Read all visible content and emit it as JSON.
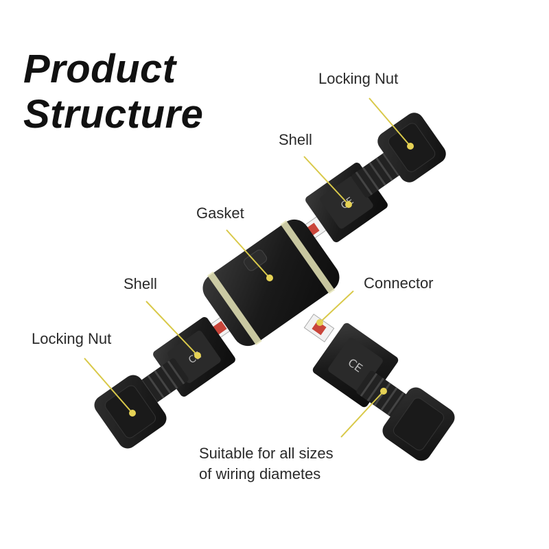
{
  "title_lines": [
    "Product",
    "Structure"
  ],
  "labels": {
    "locking_nut_top": "Locking Nut",
    "shell_top": "Shell",
    "gasket": "Gasket",
    "shell_left": "Shell",
    "connector": "Connector",
    "locking_nut_left": "Locking Nut"
  },
  "note_lines": [
    "Suitable for all sizes",
    "of wiring diametes"
  ],
  "colors": {
    "leader": "#d9c94a",
    "dot": "#e6d255",
    "body": "#1c1c1c",
    "gasket": "#e8e6b8"
  }
}
